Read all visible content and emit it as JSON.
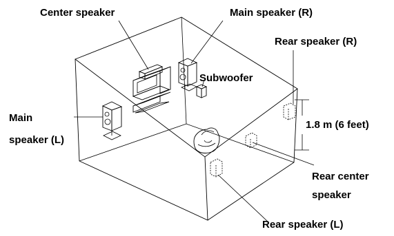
{
  "labels": {
    "center_speaker": "Center speaker",
    "main_speaker_r": "Main speaker (R)",
    "rear_speaker_r": "Rear speaker (R)",
    "subwoofer": "Subwoofer",
    "main_speaker_l_line1": "Main",
    "main_speaker_l_line2": "speaker (L)",
    "height": "1.8 m (6 feet)",
    "rear_center_line1": "Rear center",
    "rear_center_line2": "speaker",
    "rear_speaker_l": "Rear speaker (L)"
  },
  "colors": {
    "line": "#000000",
    "background": "#ffffff"
  }
}
